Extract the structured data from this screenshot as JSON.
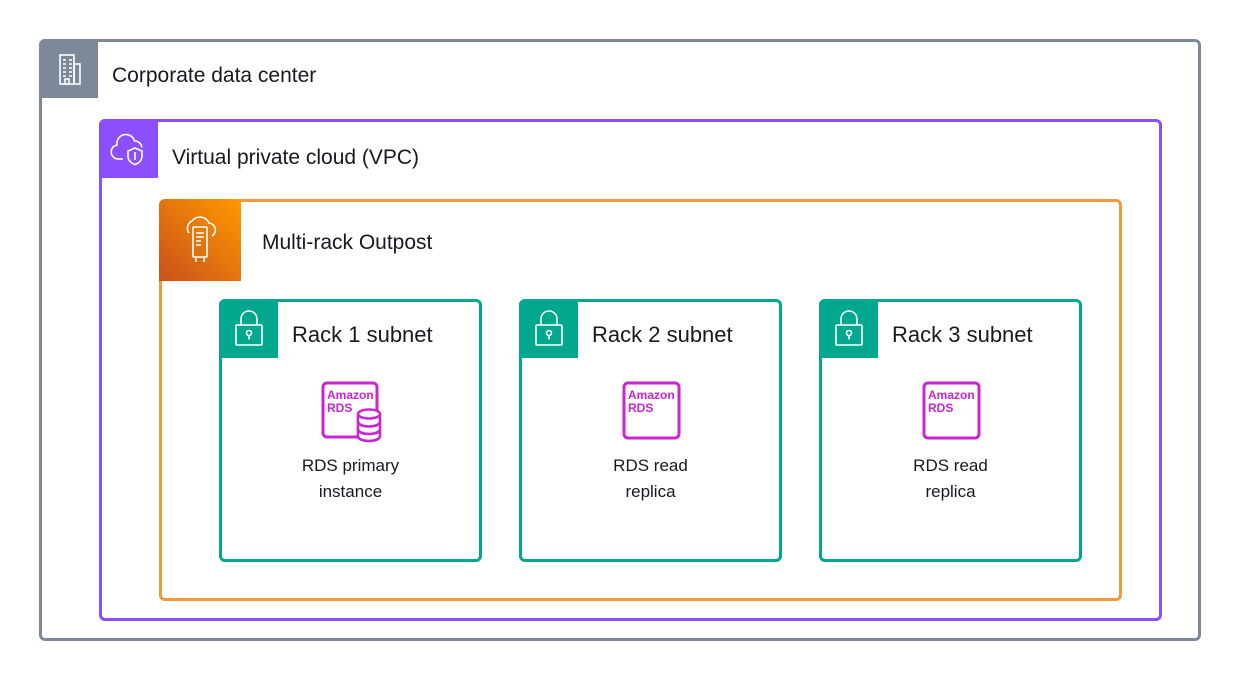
{
  "groups": {
    "corporate": {
      "title": "Corporate data center",
      "icon": "building-icon"
    },
    "vpc": {
      "title": "Virtual private cloud (VPC)",
      "icon": "cloud-shield-icon"
    },
    "outpost": {
      "title": "Multi-rack Outpost",
      "icon": "outpost-rack-icon"
    }
  },
  "subnets": [
    {
      "title": "Rack 1 subnet",
      "icon": "padlock-icon",
      "resource_label": "RDS primary\ninstance",
      "resource_icon": "amazon-rds-database-icon",
      "icon_text": [
        "Amazon",
        "RDS"
      ]
    },
    {
      "title": "Rack 2 subnet",
      "icon": "padlock-icon",
      "resource_label": "RDS read\nreplica",
      "resource_icon": "amazon-rds-icon",
      "icon_text": [
        "Amazon",
        "RDS"
      ]
    },
    {
      "title": "Rack 3 subnet",
      "icon": "padlock-icon",
      "resource_label": "RDS read\nreplica",
      "resource_icon": "amazon-rds-icon",
      "icon_text": [
        "Amazon",
        "RDS"
      ]
    }
  ],
  "colors": {
    "corporate": "#7d8998",
    "vpc": "#8c4fff",
    "outpost": "#f29a3a",
    "subnet": "#01a88d",
    "rds": "#c925d1"
  }
}
